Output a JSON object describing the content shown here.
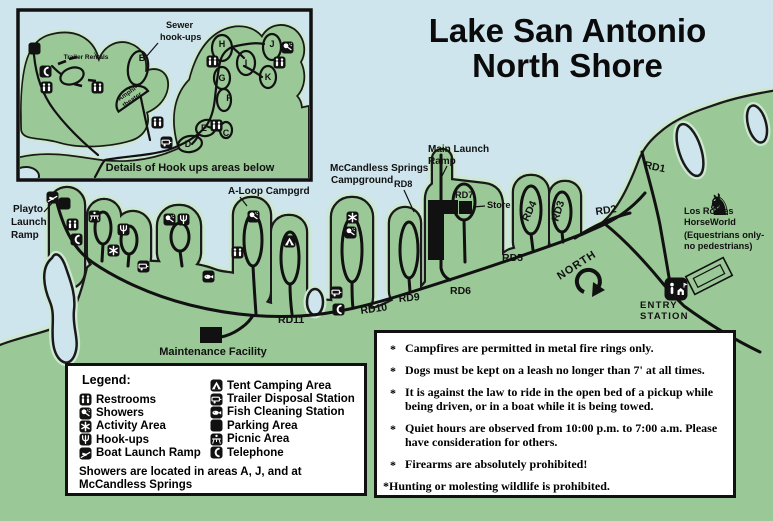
{
  "title": {
    "line1": "Lake San Antonio",
    "line2": "North Shore"
  },
  "inset": {
    "sewer_line1": "Sewer",
    "sewer_line2": "hook-ups",
    "trailer_rentals": "Trailer Rentals",
    "amphitheater_line1": "Amphi-",
    "amphitheater_line2": "theater",
    "caption": "Details of Hook ups areas below",
    "loops": {
      "b": "B",
      "c": "C",
      "d": "D",
      "e": "E",
      "f": "F",
      "g": "G",
      "h": "H",
      "i": "I",
      "j": "J",
      "k": "K"
    }
  },
  "map": {
    "playto_line1": "Playto",
    "playto_line2": "Launch",
    "playto_line3": "Ramp",
    "a_loop": "A-Loop Campgrd",
    "mccandless_line1": "McCandless Springs",
    "mccandless_line2": "Campground",
    "main_launch_line1": "Main Launch",
    "main_launch_line2": "Ramp",
    "store": "Store",
    "roads": {
      "rd1": "RD1",
      "rd2": "RD2",
      "rd3": "RD3",
      "rd4": "RD4",
      "rd5": "RD5",
      "rd6": "RD6",
      "rd7": "RD7",
      "rd8": "RD8",
      "rd9": "RD9",
      "rd10": "RD10",
      "rd11": "RD11"
    },
    "north": "NORTH",
    "entry_line1": "ENTRY",
    "entry_line2": "STATION",
    "los_robles_line1": "Los Robles",
    "los_robles_line2": "HorseWorld",
    "los_robles_line3": "(Equestrians only-",
    "los_robles_line4": "no pedestrians)",
    "maintenance": "Maintenance Facility"
  },
  "legend": {
    "title": "Legend:",
    "left": [
      {
        "icon": "restrooms-icon",
        "label": "Restrooms"
      },
      {
        "icon": "showers-icon",
        "label": "Showers"
      },
      {
        "icon": "activity-area-icon",
        "label": "Activity Area"
      },
      {
        "icon": "hookups-icon",
        "label": "Hook-ups"
      },
      {
        "icon": "boat-launch-icon",
        "label": "Boat Launch Ramp"
      }
    ],
    "right": [
      {
        "icon": "tent-camping-icon",
        "label": "Tent Camping Area"
      },
      {
        "icon": "trailer-disposal-icon",
        "label": "Trailer Disposal Station"
      },
      {
        "icon": "fish-cleaning-icon",
        "label": "Fish Cleaning Station"
      },
      {
        "icon": "parking-icon",
        "label": "Parking Area"
      },
      {
        "icon": "picnic-area-icon",
        "label": "Picnic Area"
      },
      {
        "icon": "telephone-icon",
        "label": "Telephone"
      }
    ],
    "note_line1": "Showers are located in areas A, J, and at",
    "note_line2": "McCandless  Springs"
  },
  "rules": {
    "bullet": "*",
    "items": [
      "Campfires are permitted in metal fire rings only.",
      "Dogs must be kept on a leash no longer than 7' at all times.",
      "It is against the law to ride in the open bed of a pickup while being driven, or in a boat while it is being towed.",
      "Quiet hours are observed from 10:00 p.m. to 7:00 a.m. Please have consideration for others.",
      "Firearms are absolutely prohibited!",
      "Hunting or molesting wildlife is prohibited."
    ]
  },
  "icon_glyphs": {
    "parking_letter": "P",
    "restrooms": "two-figures",
    "showers": "shower-head-with-drops",
    "activity": "six-spoke-asterisk",
    "hookups": "trident",
    "boat_launch": "boat-on-ramp",
    "tent": "tent-triangle",
    "trailer_disposal": "trailer",
    "fish_cleaning": "fish",
    "picnic": "person-at-table",
    "telephone": "handset",
    "entry_station": "ranger-and-booth",
    "horse": "horse-head",
    "north": "curved-arrow"
  },
  "colors": {
    "water": "#cfe5ee",
    "land": "#9bc897",
    "shore_rim": "#cde8d0",
    "outline": "#1a1a1a",
    "icon_bg": "#111111",
    "box_bg": "#ffffff"
  }
}
